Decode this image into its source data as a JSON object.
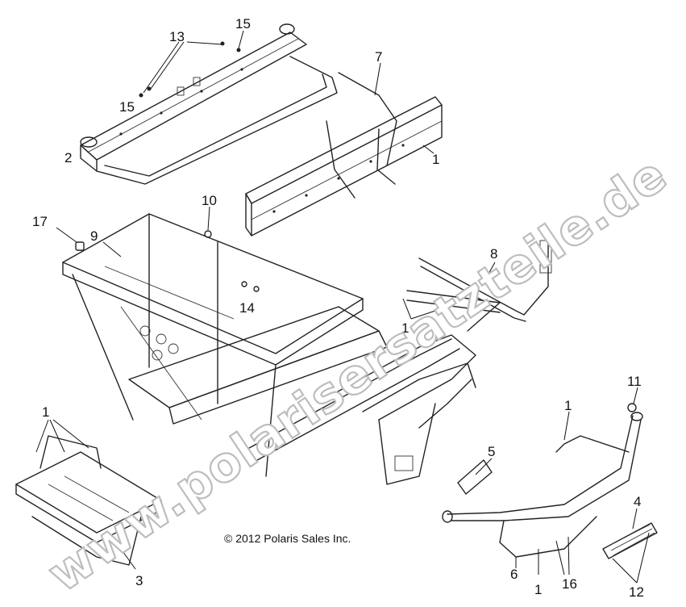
{
  "watermark": "www.polarisersatzteile.de",
  "copyright": "© 2012 Polaris Sales Inc.",
  "callouts": [
    "13",
    "15",
    "7",
    "15",
    "2",
    "1",
    "10",
    "17",
    "9",
    "8",
    "14",
    "1",
    "11",
    "1",
    "5",
    "4",
    "1",
    "3",
    "6",
    "1",
    "16",
    "12"
  ]
}
